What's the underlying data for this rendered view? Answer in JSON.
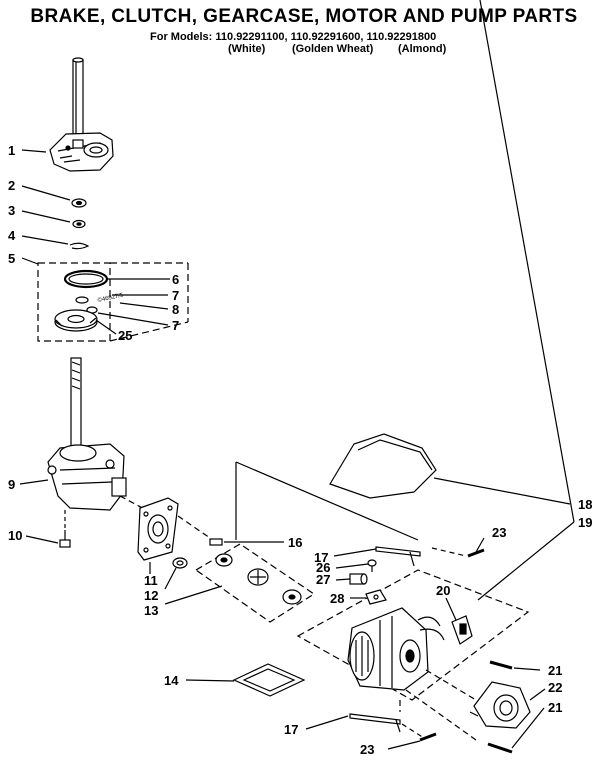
{
  "header": {
    "title": "BRAKE, CLUTCH, GEARCASE, MOTOR AND PUMP PARTS",
    "models_line": "For Models: 110.92291100, 110.92291600, 110.92291800",
    "color_white": "(White)",
    "color_golden": "(Golden Wheat)",
    "color_almond": "(Almond)"
  },
  "diagram": {
    "stamp": "©46927/5",
    "callouts": [
      "1",
      "2",
      "3",
      "4",
      "5",
      "6",
      "7",
      "8",
      "7",
      "25",
      "9",
      "10",
      "11",
      "12",
      "13",
      "14",
      "16",
      "17",
      "26",
      "27",
      "28",
      "20",
      "18",
      "19",
      "23",
      "21",
      "22",
      "21",
      "17",
      "23"
    ]
  }
}
